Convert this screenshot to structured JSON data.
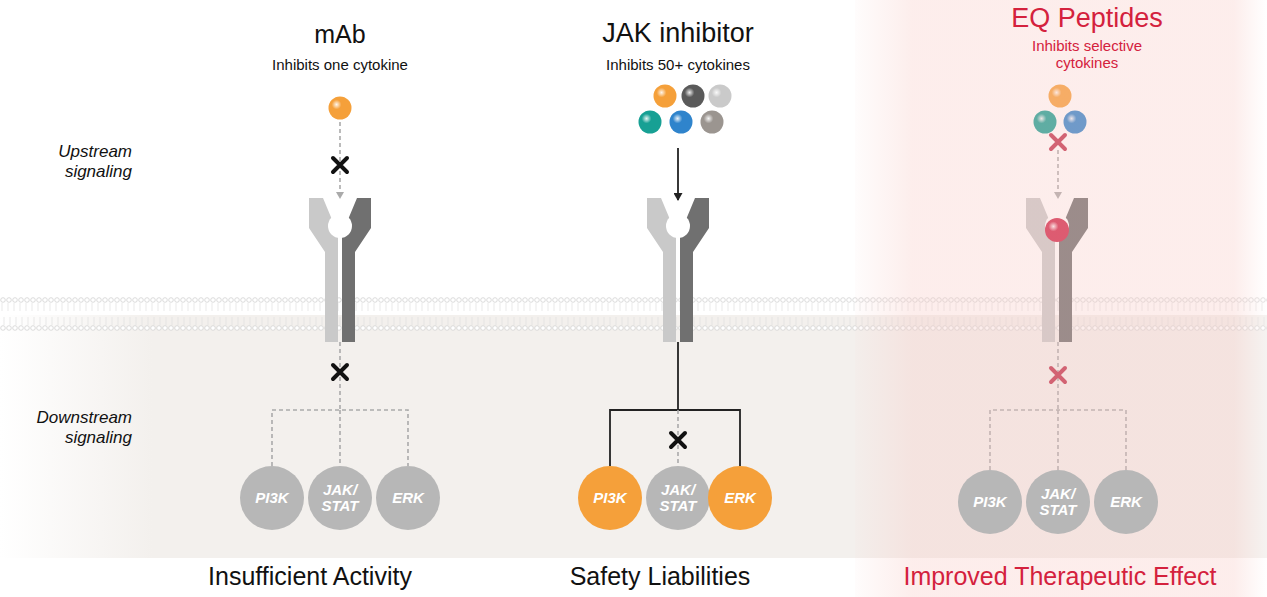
{
  "diagram": {
    "nodes": [
      {
        "text": [
          "PI3K"
        ]
      },
      {
        "text": [
          "JAK/ STAT"
        ]
      },
      {
        "text": [
          "ERK"
        ]
      },
      {
        "text": [
          "PI3K"
        ]
      },
      {
        "text": [
          "JAK/ STAT"
        ]
      },
      {
        "text": [
          "ERK"
        ]
      },
      {
        "text": [
          "EQ Peptides",
          "Inhibits selective cytokines",
          "Improved Therapeutic Effect"
        ]
      },
      {
        "text": [
          "PI3K"
        ],
        "in": 6
      },
      {
        "text": [
          "JAK/ STAT"
        ],
        "in": 6
      },
      {
        "text": [
          "ERK"
        ],
        "in": 6
      }
    ],
    "labels": [
      "mAb",
      "Inhibits one cytokine",
      "JAK inhibitor",
      "Inhibits 50+ cytokines",
      "Upstream signaling",
      "Downstream signaling",
      "Insufficient Activity",
      "Safety Liabilities"
    ]
  }
}
